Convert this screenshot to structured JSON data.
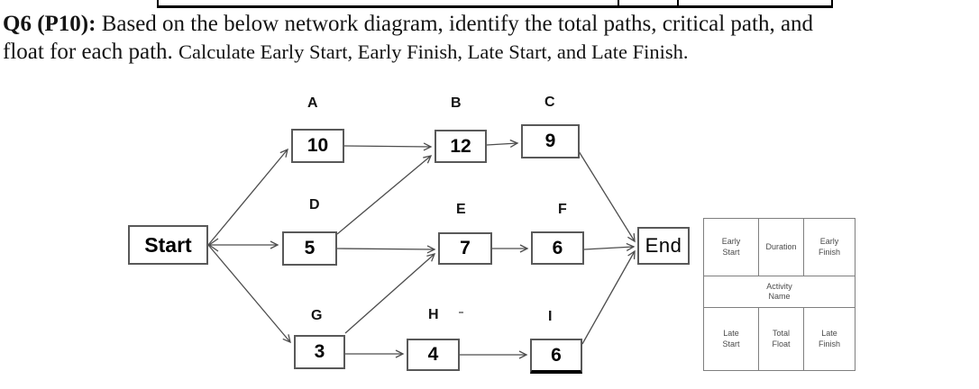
{
  "question": {
    "label": "Q6 (P10):",
    "line1_rest": "Based on the below network diagram, identify the total paths, critical path, and",
    "line2_main": "float for each path.",
    "line2_sub": "Calculate Early Start, Early Finish, Late Start, and Late Finish."
  },
  "diagram": {
    "start_label": "Start",
    "end_label": "End",
    "nodes": [
      {
        "id": "A",
        "duration": "10"
      },
      {
        "id": "B",
        "duration": "12"
      },
      {
        "id": "C",
        "duration": "9"
      },
      {
        "id": "D",
        "duration": "5"
      },
      {
        "id": "E",
        "duration": "7"
      },
      {
        "id": "F",
        "duration": "6"
      },
      {
        "id": "G",
        "duration": "3"
      },
      {
        "id": "H",
        "duration": "4"
      },
      {
        "id": "I",
        "duration": "6"
      }
    ],
    "edges": [
      {
        "from": "Start",
        "to": "A"
      },
      {
        "from": "Start",
        "to": "D"
      },
      {
        "from": "Start",
        "to": "G"
      },
      {
        "from": "A",
        "to": "B"
      },
      {
        "from": "D",
        "to": "B"
      },
      {
        "from": "D",
        "to": "E"
      },
      {
        "from": "G",
        "to": "E"
      },
      {
        "from": "G",
        "to": "H"
      },
      {
        "from": "B",
        "to": "C"
      },
      {
        "from": "E",
        "to": "F"
      },
      {
        "from": "H",
        "to": "I"
      },
      {
        "from": "C",
        "to": "End"
      },
      {
        "from": "F",
        "to": "End"
      },
      {
        "from": "I",
        "to": "End"
      }
    ]
  },
  "legend": {
    "early_start": "Early\nStart",
    "duration": "Duration",
    "early_finish": "Early\nFinish",
    "activity_name": "Activity\nName",
    "late_start": "Late\nStart",
    "total_float": "Total\nFloat",
    "late_finish": "Late\nFinish"
  },
  "colors": {
    "line": "#4d4d4d",
    "box_border": "#595959",
    "legend_text": "#4a4a4a"
  }
}
